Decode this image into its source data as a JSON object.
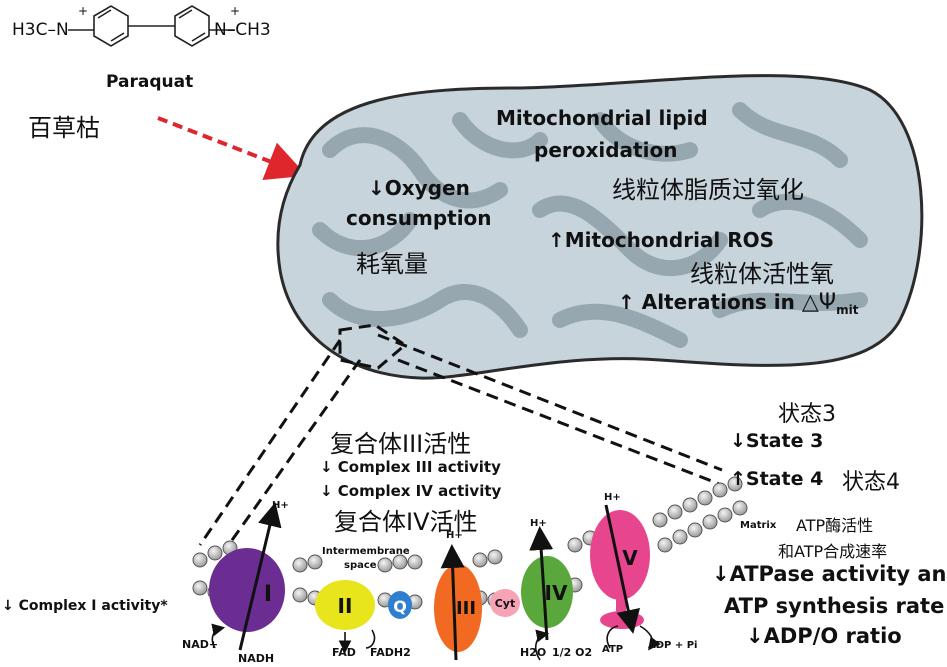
{
  "paraquat": {
    "left_group": "H3C–N",
    "right_group": "N–CH3",
    "charge": "+",
    "name_en": "Paraquat",
    "name_zh": "百草枯"
  },
  "mito": {
    "lipid_perox_en_1": "Mitochondrial lipid",
    "lipid_perox_en_2": "peroxidation",
    "lipid_perox_zh": "线粒体脂质过氧化",
    "oxygen_en_1": "↓Oxygen",
    "oxygen_en_2": "consumption",
    "oxygen_zh": "耗氧量",
    "ros_en": "↑Mitochondrial ROS",
    "ros_zh": "线粒体活性氧",
    "alterations_en": "↑ Alterations in",
    "delta_psi": "△Ψ",
    "mit_sub": "mit"
  },
  "labels": {
    "complex3_zh": "复合体III活性",
    "complex3_en": "↓ Complex III activity",
    "complex4_en": "↓ Complex IV activity",
    "complex4_zh": "复合体IV活性",
    "state3_zh": "状态3",
    "state3_en": "↓State 3",
    "state4_en": "↑State 4",
    "state4_zh": "状态4",
    "matrix": "Matrix",
    "atp_zh_1": "ATP酶活性",
    "atp_zh_2": "和ATP合成速率",
    "atpase_en_1": "↓ATPase activity and",
    "atpase_en_2": "ATP synthesis rate",
    "adp_o": "↓ADP/O ratio",
    "complex1": "↓ Complex I  activity*",
    "intermembrane_1": "Intermembrane",
    "intermembrane_2": "space"
  },
  "etc": {
    "c1": "I",
    "c2": "II",
    "q": "Q",
    "c3": "III",
    "cyt": "Cyt",
    "c4": "IV",
    "c5": "V",
    "hplus": "H+",
    "nad": "NAD+",
    "nadh": "NADH",
    "fad": "FAD",
    "fadh2": "FADH2",
    "h2o": "H2O",
    "half_o2": "1/2 O2",
    "atp": "ATP",
    "adp_pi": "ADP + Pi"
  },
  "colors": {
    "mito_fill": "#c7d4dc",
    "cristae": "#97a7b0",
    "red_arrow": "#e0262d",
    "complex1": "#6b2d91",
    "complex2": "#e8e51c",
    "q": "#2f7fd0",
    "complex3": "#f26a22",
    "cyt": "#f5a3b5",
    "complex4": "#5aa83b",
    "complex5": "#e8458f"
  }
}
